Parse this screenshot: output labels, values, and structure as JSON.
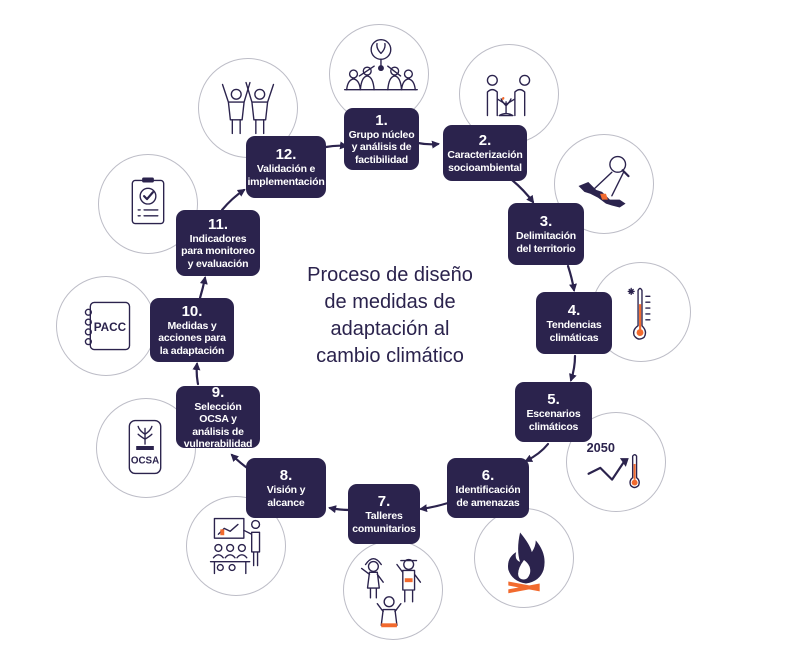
{
  "title_lines": [
    "Proceso de diseño",
    "de medidas de",
    "adaptación al",
    "cambio climático"
  ],
  "steps": [
    {
      "num": "1.",
      "label": "Grupo núcleo y análisis de factibilidad",
      "icon": "community-plant-icon"
    },
    {
      "num": "2.",
      "label": "Caracterización socioambiental",
      "icon": "people-plant-icon"
    },
    {
      "num": "3.",
      "label": "Delimitación del territorio",
      "icon": "map-magnifier-icon"
    },
    {
      "num": "4.",
      "label": "Tendencias climáticas",
      "icon": "thermometer-icon"
    },
    {
      "num": "5.",
      "label": "Escenarios climáticos",
      "icon": "trend-thermometer-icon"
    },
    {
      "num": "6.",
      "label": "Identificación de amenazas",
      "icon": "fire-icon"
    },
    {
      "num": "7.",
      "label": "Talleres comunitarios",
      "icon": "community-people-icon"
    },
    {
      "num": "8.",
      "label": "Visión y alcance",
      "icon": "presentation-icon"
    },
    {
      "num": "9.",
      "label": "Selección OCSA y análisis de vulnerabilidad",
      "icon": "ocsa-badge-icon"
    },
    {
      "num": "10.",
      "label": "Medidas y acciones para la adaptación",
      "icon": "pacc-notebook-icon"
    },
    {
      "num": "11.",
      "label": "Indicadores para monitoreo y evaluación",
      "icon": "checklist-icon"
    },
    {
      "num": "12.",
      "label": "Validación e implementación",
      "icon": "celebration-icon"
    }
  ],
  "icon_texts": {
    "year": "2050",
    "ocsa": "OCSA",
    "pacc": "PACC"
  },
  "colors": {
    "box": "#2b234d",
    "accent": "#f26a2e",
    "circle_border": "#bdbdc7"
  }
}
